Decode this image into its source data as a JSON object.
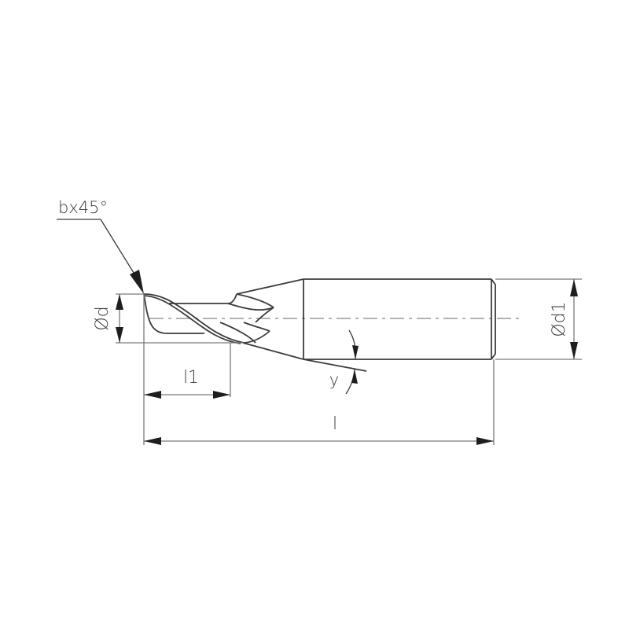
{
  "drawing": {
    "title": "End mill technical drawing",
    "labels": {
      "chamfer": "bx45°",
      "cutting_diameter": "Ød",
      "shank_diameter": "Ød1",
      "flute_length": "l1",
      "overall_length": "l",
      "helix_angle": "y"
    },
    "colors": {
      "outline": "#3c3c3c",
      "dimension": "#7a7a7a",
      "centerline": "#9a9a9a",
      "arrowhead": "#1e1e1e",
      "background": "#ffffff"
    }
  }
}
